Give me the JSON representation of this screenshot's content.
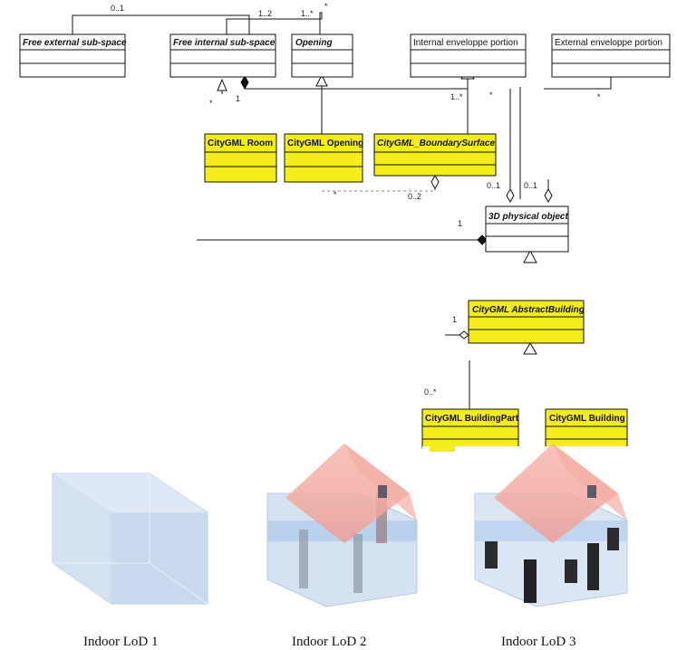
{
  "classes": {
    "free_external": "Free external sub-space",
    "free_internal": "Free internal sub-space",
    "opening": "Opening",
    "internal_env": "Internal enveloppe portion",
    "external_env": "External enveloppe portion",
    "citygml_room": "CityGML Room",
    "citygml_opening": "CityGML Opening",
    "citygml_boundary": "CityGML_BoundarySurface",
    "physical_object": "3D physical object",
    "abstract_building": "CityGML AbstractBuilding",
    "building_part": "CityGML BuildingPart",
    "building": "CityGML Building"
  },
  "multiplicities": {
    "m_top_01": "0..1",
    "m_top_12": "1..2",
    "m_top_1star": "1..*",
    "m_top_star": "*",
    "m_left_star": "*",
    "m_left_1": "1",
    "m_mid_1star": "1..*",
    "m_mid_star": "*",
    "m_ext_star": "*",
    "m_dash_star": "*",
    "m_02": "0..2",
    "m_01a": "0..1",
    "m_01b": "0..1",
    "m_phys_1": "1",
    "m_abs_1": "1",
    "m_abs_0star": "0..*"
  },
  "captions": {
    "lod1": "Indoor LoD 1",
    "lod2": "Indoor LoD 2",
    "lod3": "Indoor LoD 3"
  },
  "colors": {
    "citygml_fill": "#f4ec1b",
    "white_fill": "#ffffff",
    "line": "#111111",
    "glass": "#b9d3ee",
    "roof": "#f2a59a",
    "wall_dark": "#2b2b2b"
  }
}
